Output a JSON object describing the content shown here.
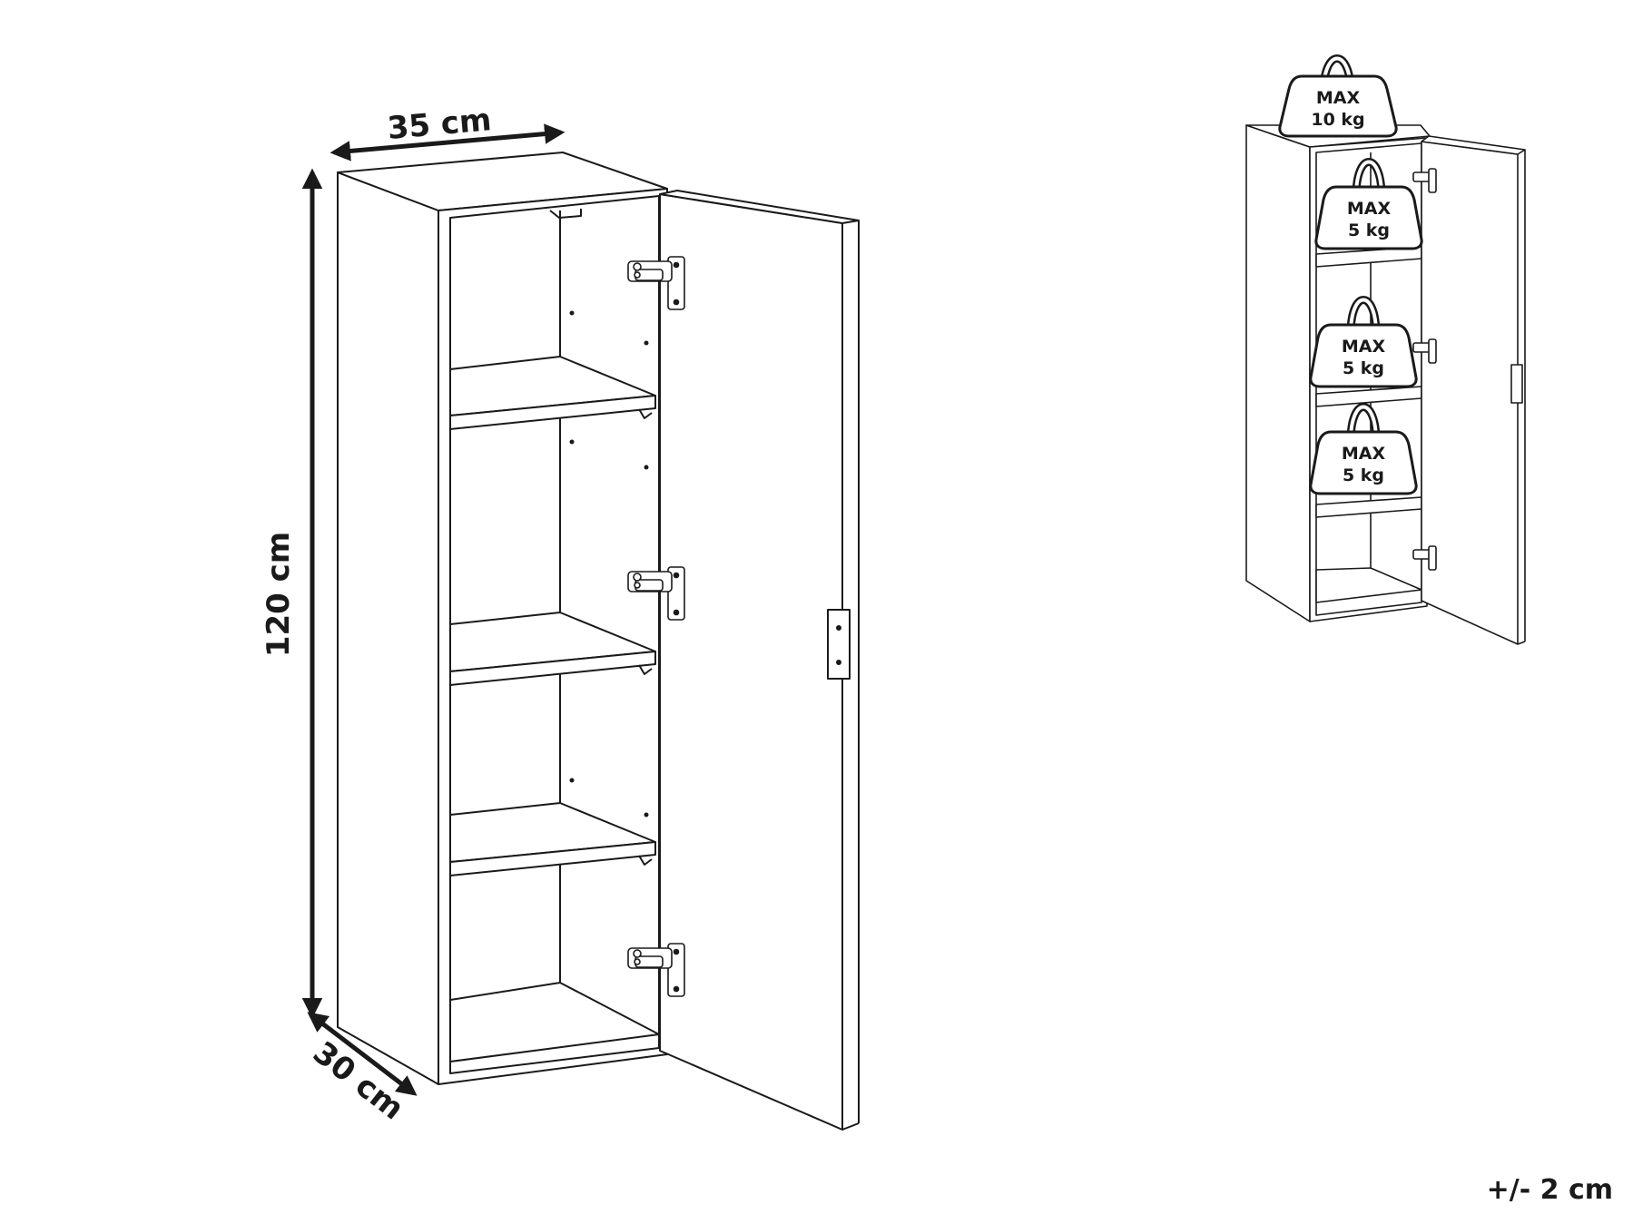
{
  "dimensions": {
    "width": "35 cm",
    "height": "120 cm",
    "depth": "30 cm"
  },
  "weight_limits": [
    {
      "max_label": "MAX",
      "weight": "10 kg"
    },
    {
      "max_label": "MAX",
      "weight": "5 kg"
    },
    {
      "max_label": "MAX",
      "weight": "5 kg"
    },
    {
      "max_label": "MAX",
      "weight": "5 kg"
    }
  ],
  "tolerance": "+/- 2 cm",
  "colors": {
    "line": "#1a1a1a",
    "background": "#ffffff"
  }
}
